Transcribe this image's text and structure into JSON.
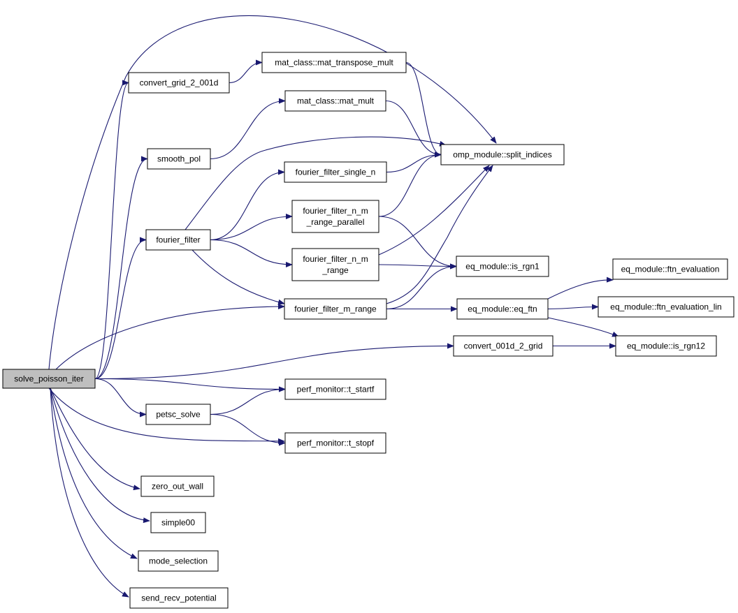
{
  "colors": {
    "edge": "#191970",
    "root_fill": "#bfbfbf",
    "node_fill": "#ffffff",
    "border": "#000000"
  },
  "nodes": [
    {
      "id": "solve_poisson_iter",
      "lines": [
        "solve_poisson_iter"
      ],
      "root": true
    },
    {
      "id": "convert_grid_2_001d",
      "lines": [
        "convert_grid_2_001d"
      ]
    },
    {
      "id": "smooth_pol",
      "lines": [
        "smooth_pol"
      ]
    },
    {
      "id": "fourier_filter",
      "lines": [
        "fourier_filter"
      ]
    },
    {
      "id": "petsc_solve",
      "lines": [
        "petsc_solve"
      ]
    },
    {
      "id": "zero_out_wall",
      "lines": [
        "zero_out_wall"
      ]
    },
    {
      "id": "simple00",
      "lines": [
        "simple00"
      ]
    },
    {
      "id": "mode_selection",
      "lines": [
        "mode_selection"
      ]
    },
    {
      "id": "send_recv_potential",
      "lines": [
        "send_recv_potential"
      ]
    },
    {
      "id": "mat_transpose_mult",
      "lines": [
        "mat_class::mat_transpose_mult"
      ]
    },
    {
      "id": "mat_mult",
      "lines": [
        "mat_class::mat_mult"
      ]
    },
    {
      "id": "fourier_filter_single_n",
      "lines": [
        "fourier_filter_single_n"
      ]
    },
    {
      "id": "fourier_filter_n_m_range_parallel",
      "lines": [
        "fourier_filter_n_m",
        "_range_parallel"
      ]
    },
    {
      "id": "fourier_filter_n_m_range",
      "lines": [
        "fourier_filter_n_m",
        "_range"
      ]
    },
    {
      "id": "fourier_filter_m_range",
      "lines": [
        "fourier_filter_m_range"
      ]
    },
    {
      "id": "perf_t_startf",
      "lines": [
        "perf_monitor::t_startf"
      ]
    },
    {
      "id": "perf_t_stopf",
      "lines": [
        "perf_monitor::t_stopf"
      ]
    },
    {
      "id": "split_indices",
      "lines": [
        "omp_module::split_indices"
      ]
    },
    {
      "id": "is_rgn1",
      "lines": [
        "eq_module::is_rgn1"
      ]
    },
    {
      "id": "eq_ftn",
      "lines": [
        "eq_module::eq_ftn"
      ]
    },
    {
      "id": "convert_001d_2_grid",
      "lines": [
        "convert_001d_2_grid"
      ]
    },
    {
      "id": "ftn_evaluation",
      "lines": [
        "eq_module::ftn_evaluation"
      ]
    },
    {
      "id": "ftn_evaluation_lin",
      "lines": [
        "eq_module::ftn_evaluation_lin"
      ]
    },
    {
      "id": "is_rgn12",
      "lines": [
        "eq_module::is_rgn12"
      ]
    }
  ],
  "edges": [
    {
      "from": "solve_poisson_iter",
      "to": "convert_grid_2_001d"
    },
    {
      "from": "solve_poisson_iter",
      "to": "smooth_pol"
    },
    {
      "from": "solve_poisson_iter",
      "to": "fourier_filter"
    },
    {
      "from": "solve_poisson_iter",
      "to": "fourier_filter_m_range"
    },
    {
      "from": "solve_poisson_iter",
      "to": "split_indices"
    },
    {
      "from": "solve_poisson_iter",
      "to": "convert_001d_2_grid"
    },
    {
      "from": "solve_poisson_iter",
      "to": "perf_t_startf"
    },
    {
      "from": "solve_poisson_iter",
      "to": "petsc_solve"
    },
    {
      "from": "solve_poisson_iter",
      "to": "perf_t_stopf"
    },
    {
      "from": "solve_poisson_iter",
      "to": "zero_out_wall"
    },
    {
      "from": "solve_poisson_iter",
      "to": "simple00"
    },
    {
      "from": "solve_poisson_iter",
      "to": "mode_selection"
    },
    {
      "from": "solve_poisson_iter",
      "to": "send_recv_potential"
    },
    {
      "from": "convert_grid_2_001d",
      "to": "mat_transpose_mult"
    },
    {
      "from": "mat_transpose_mult",
      "to": "split_indices"
    },
    {
      "from": "smooth_pol",
      "to": "mat_mult"
    },
    {
      "from": "mat_mult",
      "to": "split_indices"
    },
    {
      "from": "fourier_filter",
      "to": "split_indices"
    },
    {
      "from": "fourier_filter",
      "to": "fourier_filter_single_n"
    },
    {
      "from": "fourier_filter",
      "to": "fourier_filter_n_m_range_parallel"
    },
    {
      "from": "fourier_filter",
      "to": "fourier_filter_n_m_range"
    },
    {
      "from": "fourier_filter",
      "to": "fourier_filter_m_range"
    },
    {
      "from": "fourier_filter_single_n",
      "to": "split_indices"
    },
    {
      "from": "fourier_filter_n_m_range_parallel",
      "to": "split_indices"
    },
    {
      "from": "fourier_filter_n_m_range_parallel",
      "to": "is_rgn1"
    },
    {
      "from": "fourier_filter_n_m_range",
      "to": "split_indices"
    },
    {
      "from": "fourier_filter_n_m_range",
      "to": "is_rgn1"
    },
    {
      "from": "fourier_filter_m_range",
      "to": "split_indices"
    },
    {
      "from": "fourier_filter_m_range",
      "to": "is_rgn1"
    },
    {
      "from": "fourier_filter_m_range",
      "to": "eq_ftn"
    },
    {
      "from": "eq_ftn",
      "to": "ftn_evaluation"
    },
    {
      "from": "eq_ftn",
      "to": "ftn_evaluation_lin"
    },
    {
      "from": "eq_ftn",
      "to": "is_rgn12"
    },
    {
      "from": "convert_001d_2_grid",
      "to": "is_rgn12"
    },
    {
      "from": "petsc_solve",
      "to": "perf_t_startf"
    },
    {
      "from": "petsc_solve",
      "to": "perf_t_stopf"
    }
  ]
}
